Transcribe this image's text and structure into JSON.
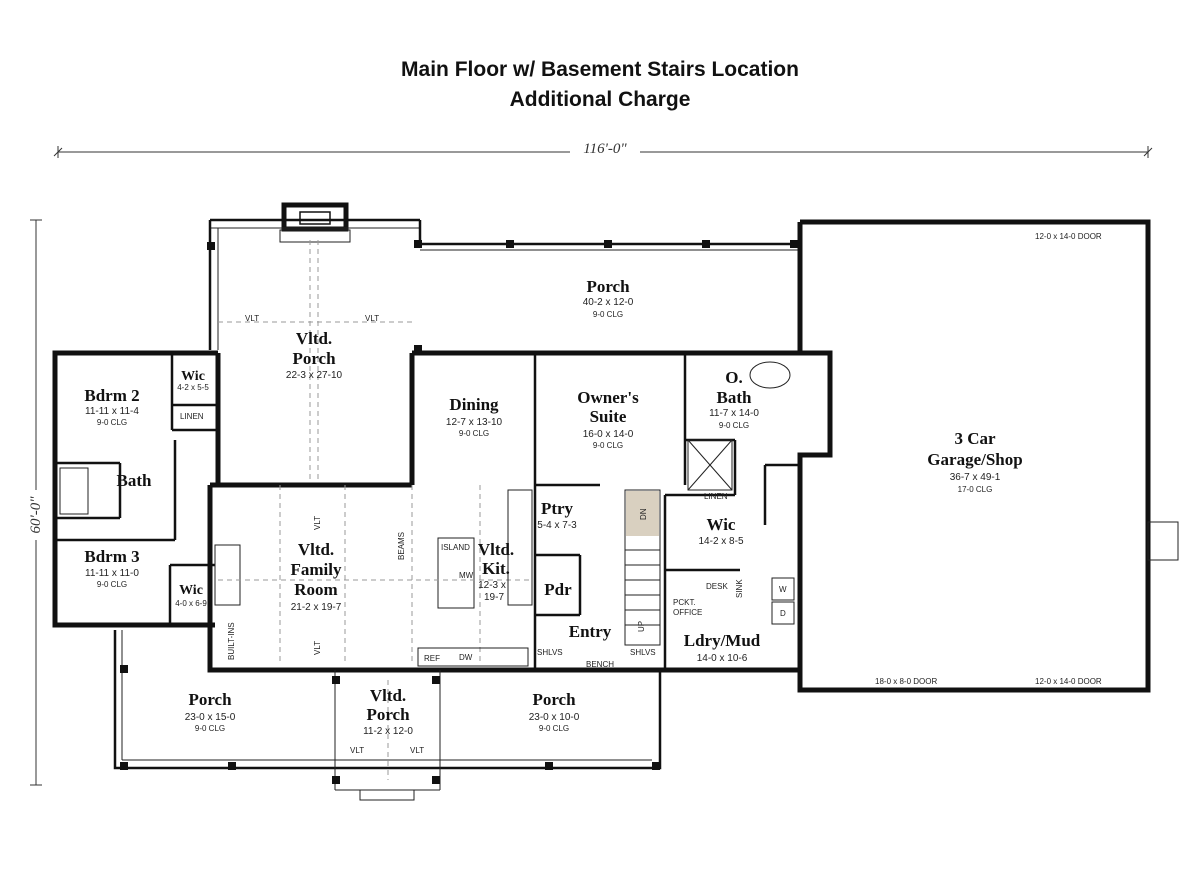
{
  "title_line1": "Main Floor w/ Basement Stairs Location",
  "title_line2": "Additional Charge",
  "dimensions": {
    "width": "116'-0\"",
    "depth": "60'-0\""
  },
  "rooms": {
    "porch_back": {
      "name": "Porch",
      "size": "40-2 x 12-0",
      "clg": "9-0 CLG"
    },
    "vltd_porch_rear": {
      "name1": "Vltd.",
      "name2": "Porch",
      "size": "22-3 x 27-10"
    },
    "bdrm2": {
      "name": "Bdrm 2",
      "size": "11-11 x 11-4",
      "clg": "9-0 CLG"
    },
    "wic2": {
      "name": "Wic",
      "size": "4-2 x 5-5"
    },
    "bath": {
      "name": "Bath"
    },
    "bdrm3": {
      "name": "Bdrm 3",
      "size": "11-11 x 11-0",
      "clg": "9-0 CLG"
    },
    "wic3": {
      "name": "Wic",
      "size": "4-0 x 6-9"
    },
    "dining": {
      "name": "Dining",
      "size": "12-7 x 13-10",
      "clg": "9-0 CLG"
    },
    "owners_suite": {
      "name1": "Owner's",
      "name2": "Suite",
      "size": "16-0 x 14-0",
      "clg": "9-0 CLG"
    },
    "obath": {
      "name1": "O.",
      "name2": "Bath",
      "size": "11-7 x 14-0",
      "clg": "9-0 CLG"
    },
    "garage": {
      "name1": "3 Car",
      "name2": "Garage/Shop",
      "size": "36-7 x 49-1",
      "clg": "17-0 CLG"
    },
    "family": {
      "name1": "Vltd.",
      "name2": "Family",
      "name3": "Room",
      "size": "21-2 x 19-7"
    },
    "kitchen": {
      "name1": "Vltd.",
      "name2": "Kit.",
      "size1": "12-3 x",
      "size2": "19-7"
    },
    "pantry": {
      "name": "Ptry",
      "size": "5-4 x 7-3"
    },
    "powder": {
      "name": "Pdr"
    },
    "entry": {
      "name": "Entry"
    },
    "wic_owner": {
      "name": "Wic",
      "size": "14-2 x 8-5"
    },
    "laundry": {
      "name": "Ldry/Mud",
      "size": "14-0 x 10-6"
    },
    "porch_left": {
      "name": "Porch",
      "size": "23-0 x 15-0",
      "clg": "9-0 CLG"
    },
    "vltd_porch_front": {
      "name1": "Vltd.",
      "name2": "Porch",
      "size": "11-2 x 12-0"
    },
    "porch_right": {
      "name": "Porch",
      "size": "23-0 x 10-0",
      "clg": "9-0 CLG"
    }
  },
  "tags": {
    "vlt": "VLT",
    "linen": "LINEN",
    "island": "ISLAND",
    "mw": "MW",
    "ref": "REF",
    "dw": "DW",
    "beams": "BEAMS",
    "builtins": "BUILT-INS",
    "shlvs": "SHLVS",
    "bench": "BENCH",
    "desk": "DESK",
    "sink": "SINK",
    "pckt": "PCKT.",
    "office": "OFFICE",
    "dn": "DN",
    "up": "UP",
    "w": "W",
    "d": "D",
    "door_12x14": "12-0 x 14-0 DOOR",
    "door_18x8": "18-0 x 8-0 DOOR"
  }
}
